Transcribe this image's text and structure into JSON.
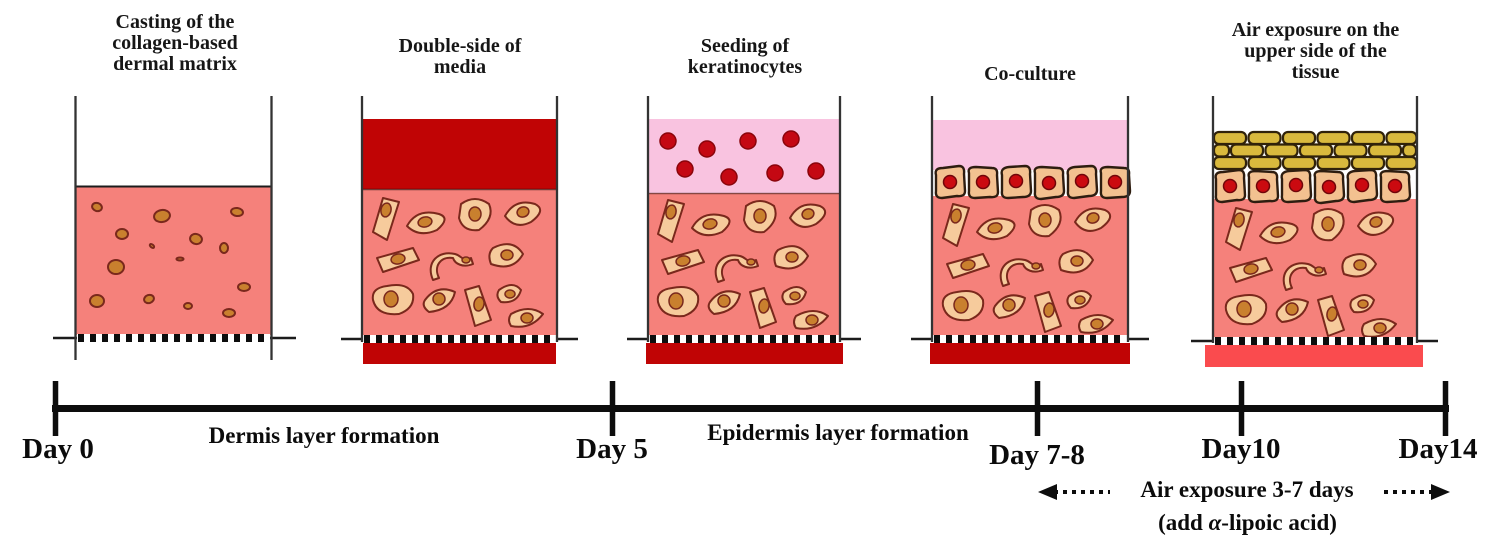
{
  "figure": {
    "description": "Timeline of organotypic skin tissue culture stages",
    "background": "#ffffff"
  },
  "colors": {
    "dermis_pink": "#f5817b",
    "media_dark_red": "#c00405",
    "media_light_pink": "#f9c3e0",
    "media_coral": "#fa4b4e",
    "cell_tan": "#f6cb9c",
    "cell_outline": "#7a281c",
    "nucleus_orange": "#c9802e",
    "keratinocyte_fill": "#f3c190",
    "keratinocyte_nucleus": "#cb0a10",
    "keratinocyte_outline": "#2e1d10",
    "squame_yellow": "#d9b93d",
    "squame_outline": "#30220a",
    "seeded_cell_red": "#c40813",
    "ink": "#0d0d0d",
    "wall_gray": "#333333"
  },
  "stages": [
    {
      "title_lines": [
        "Casting of the",
        "collagen-based",
        "dermal matrix"
      ]
    },
    {
      "title_lines": [
        "Double-side of",
        "media"
      ]
    },
    {
      "title_lines": [
        "Seeding of",
        "keratinocytes"
      ]
    },
    {
      "title_lines": [
        "Co-culture"
      ]
    },
    {
      "title_lines": [
        "Air exposure on the",
        "upper side of the",
        "tissue"
      ]
    }
  ],
  "timeline": {
    "days": [
      {
        "label": "Day 0"
      },
      {
        "label": "Day 5"
      },
      {
        "label": "Day 7-8"
      },
      {
        "label": "Day10"
      },
      {
        "label": "Day14"
      }
    ],
    "phases": [
      {
        "label": "Dermis layer formation"
      },
      {
        "label": "Epidermis layer formation"
      }
    ],
    "air_annotation": {
      "line1": "Air exposure 3-7 days",
      "line2_pre": "(add ",
      "line2_alpha": "α",
      "line2_post": "-lipoic acid)"
    }
  }
}
